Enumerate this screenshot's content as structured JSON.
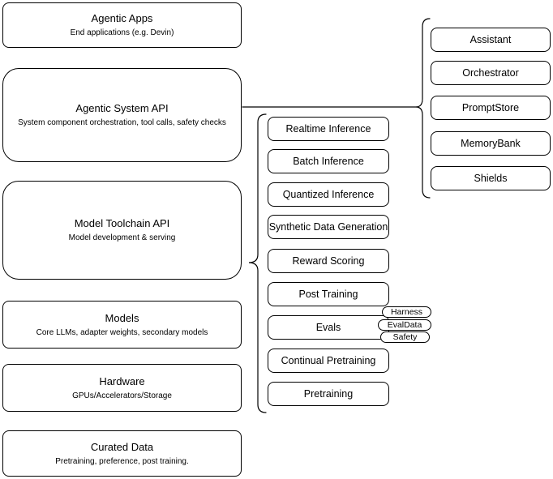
{
  "diagram": {
    "left_stack": [
      {
        "title": "Agentic Apps",
        "subtitle": "End applications (e.g. Devin)"
      },
      {
        "title": "Agentic System API",
        "subtitle": "System component orchestration, tool calls, safety checks"
      },
      {
        "title": "Model Toolchain API",
        "subtitle": "Model development & serving"
      },
      {
        "title": "Models",
        "subtitle": "Core LLMs, adapter weights, secondary models"
      },
      {
        "title": "Hardware",
        "subtitle": "GPUs/Accelerators/Storage"
      },
      {
        "title": "Curated Data",
        "subtitle": "Pretraining, preference, post training."
      }
    ],
    "toolchain_items": [
      "Realtime Inference",
      "Batch Inference",
      "Quantized Inference",
      "Synthetic Data Generation",
      "Reward Scoring",
      "Post Training",
      "Evals",
      "Continual Pretraining",
      "Pretraining"
    ],
    "evals_tags": [
      "Harness",
      "EvalData",
      "Safety"
    ],
    "system_components": [
      "Assistant",
      "Orchestrator",
      "PromptStore",
      "MemoryBank",
      "Shields"
    ],
    "colors": {
      "stroke": "#000000",
      "fill": "#ffffff",
      "background": "#ffffff",
      "text": "#000000"
    }
  }
}
